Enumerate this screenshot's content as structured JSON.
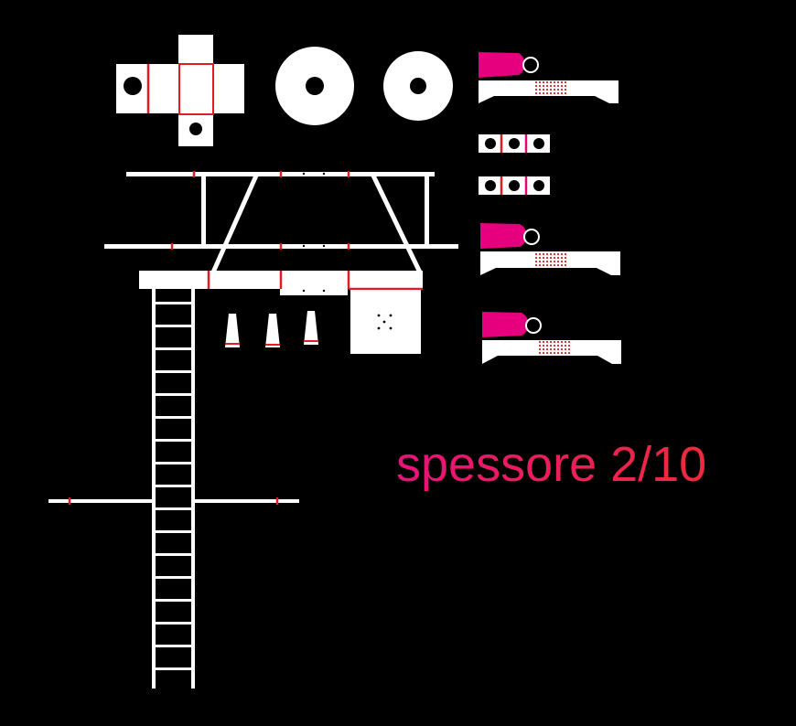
{
  "caption": {
    "text": "spessore 2/10",
    "gradient_start": "#e8127a",
    "gradient_end": "#ee2a3c"
  },
  "colors": {
    "background": "#000000",
    "part": "#ffffff",
    "cut_line": "#e31b23",
    "accent": "#e6007e"
  },
  "parts": [
    "cross-blank",
    "washer-a",
    "washer-b",
    "hinge-arm-1",
    "hinge-strip-1",
    "hinge-strip-2",
    "hinge-arm-2",
    "hinge-arm-3",
    "ladder-frame",
    "ladder",
    "cones",
    "square-plate",
    "cross-rail"
  ]
}
